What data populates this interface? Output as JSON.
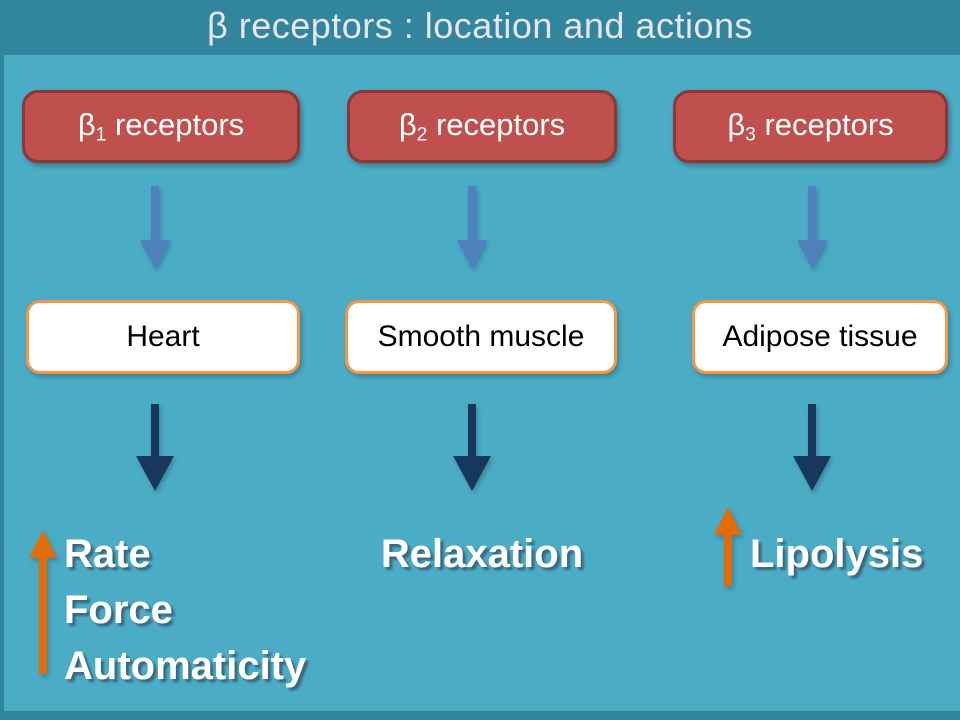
{
  "title": "β receptors : location and actions",
  "colors": {
    "title_bar": "#31859C",
    "background": "#4BACC6",
    "receptor_box_fill": "#C0504D",
    "receptor_box_border": "#8C3836",
    "location_box_border": "#F79646",
    "location_box_fill": "#FFFFFF",
    "blue_arrow": "#4F81BD",
    "navy_arrow": "#17375D",
    "orange_arrow": "#E36C0A",
    "action_text": "#FFFFFF"
  },
  "columns": [
    {
      "receptor": {
        "beta": "β",
        "subscript": "1",
        "rest": " receptors"
      },
      "location": "Heart",
      "actions": [
        "Rate",
        "Force",
        "Automaticity"
      ],
      "action_direction": "increase"
    },
    {
      "receptor": {
        "beta": "β",
        "subscript": "2",
        "rest": " receptors"
      },
      "location": "Smooth muscle",
      "actions": [
        "Relaxation"
      ],
      "action_direction": "none"
    },
    {
      "receptor": {
        "beta": "β",
        "subscript": "3",
        "rest": " receptors"
      },
      "location": "Adipose tissue",
      "actions": [
        "Lipolysis"
      ],
      "action_direction": "increase"
    }
  ]
}
